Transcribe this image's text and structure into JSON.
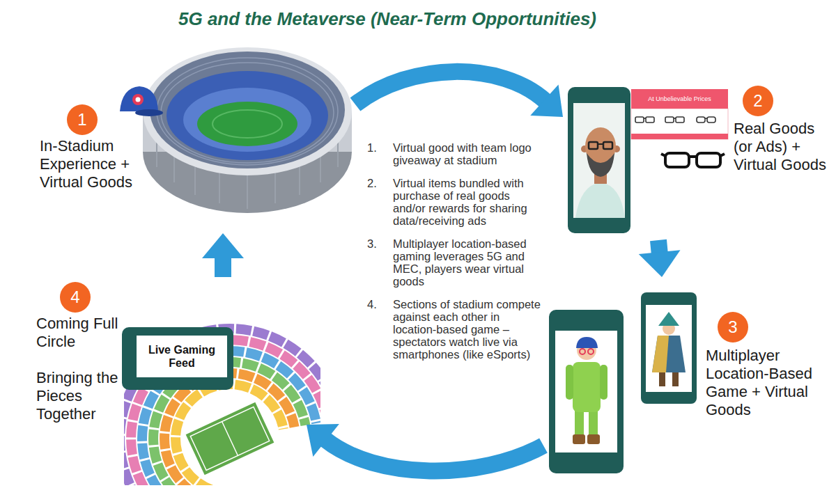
{
  "diagram": {
    "title": "5G and the Metaverse (Near-Term Opportunities)",
    "nodes": [
      {
        "text": [
          "1",
          "In-Stadium Experience + Virtual Goods"
        ]
      },
      {
        "text": [
          "2",
          "Real Goods (or Ads) + Virtual Goods"
        ]
      },
      {
        "text": [
          "At Unbelievable Prices"
        ],
        "in": 1
      },
      {
        "text": [
          "3",
          "Multiplayer Location-Based Game + Virtual Goods"
        ]
      },
      {
        "text": [
          "4",
          "Coming Full Circle",
          "Bringing the Pieces Together"
        ]
      },
      {
        "text": [
          "Live Gaming Feed"
        ],
        "in": 4
      }
    ],
    "edges": [
      {
        "from": 0,
        "to": 1,
        "arrow": "to"
      },
      {
        "from": 1,
        "to": 3,
        "arrow": "to"
      },
      {
        "from": 3,
        "to": 4,
        "arrow": "to"
      },
      {
        "from": 4,
        "to": 0,
        "arrow": "to"
      }
    ],
    "labels": [
      "1.",
      "Virtual good with team logo giveaway at stadium",
      "2.",
      "Virtual items bundled with purchase of real goods and/or rewards for sharing data/receiving ads",
      "3.",
      "Multiplayer location-based gaming leverages 5G and MEC, players wear virtual goods",
      "4.",
      "Sections of stadium compete against each other in location-based game – spectators watch live via smartphones (like eSports)"
    ]
  }
}
